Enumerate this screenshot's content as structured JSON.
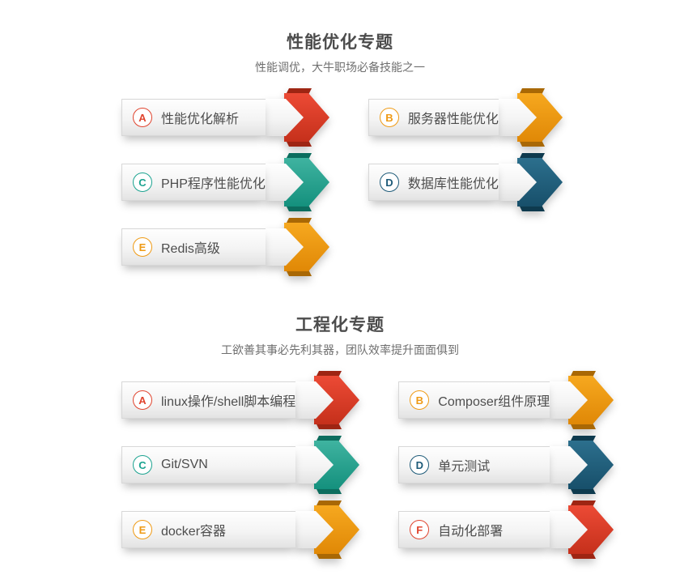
{
  "page": {
    "background": "#ffffff"
  },
  "bar": {
    "top": "#fefefe",
    "mid": "#f4f4f4",
    "bottom": "#e3e3e3",
    "border": "#d7d7d7"
  },
  "colors": {
    "red": {
      "main": "#ec4a35",
      "dark": "#c5301b",
      "flap": "#9e2513",
      "badge": "#e0442e"
    },
    "orange": {
      "main": "#f6a81f",
      "dark": "#e08806",
      "flap": "#a96805",
      "badge": "#ef9a14"
    },
    "teal": {
      "main": "#3fb3a0",
      "dark": "#14907d",
      "flap": "#0c6d5e",
      "badge": "#1ba390"
    },
    "navy": {
      "main": "#2c6f8d",
      "dark": "#174f6a",
      "flap": "#0e3a4e",
      "badge": "#1d5a78"
    }
  },
  "sections": [
    {
      "title": "性能优化专题",
      "subtitle": "性能调优，大牛职场必备技能之一",
      "items": [
        {
          "letter": "A",
          "label": "性能优化解析",
          "color": "red"
        },
        {
          "letter": "B",
          "label": "服务器性能优化",
          "color": "orange"
        },
        {
          "letter": "C",
          "label": "PHP程序性能优化",
          "color": "teal"
        },
        {
          "letter": "D",
          "label": "数据库性能优化",
          "color": "navy"
        },
        {
          "letter": "E",
          "label": "Redis高级",
          "color": "orange"
        }
      ]
    },
    {
      "title": "工程化专题",
      "subtitle": "工欲善其事必先利其器，团队效率提升面面俱到",
      "items": [
        {
          "letter": "A",
          "label": "linux操作/shell脚本编程",
          "color": "red"
        },
        {
          "letter": "B",
          "label": "Composer组件原理",
          "color": "orange"
        },
        {
          "letter": "C",
          "label": "Git/SVN",
          "color": "teal"
        },
        {
          "letter": "D",
          "label": "单元测试",
          "color": "navy"
        },
        {
          "letter": "E",
          "label": "docker容器",
          "color": "orange"
        },
        {
          "letter": "F",
          "label": "自动化部署",
          "color": "red"
        }
      ]
    }
  ]
}
